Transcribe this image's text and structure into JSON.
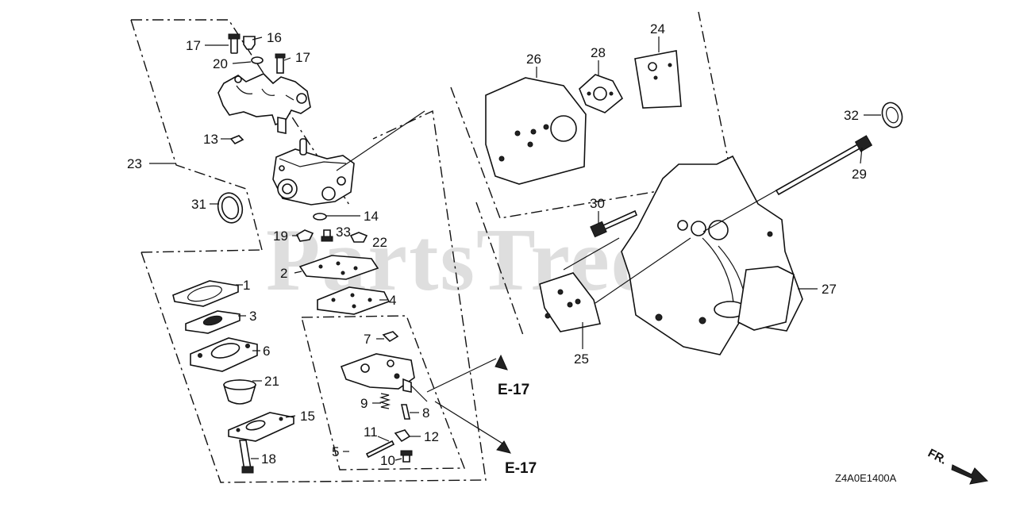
{
  "watermark": "PartsTree",
  "diagram_code": "Z4A0E1400A",
  "direction_label": "FR.",
  "references": [
    "E-17",
    "E-17"
  ],
  "callouts": [
    "17",
    "16",
    "20",
    "17",
    "13",
    "23",
    "31",
    "14",
    "19",
    "33",
    "22",
    "2",
    "4",
    "1",
    "3",
    "6",
    "21",
    "15",
    "18",
    "7",
    "9",
    "8",
    "11",
    "12",
    "5",
    "10",
    "26",
    "28",
    "24",
    "32",
    "29",
    "30",
    "27",
    "25"
  ]
}
